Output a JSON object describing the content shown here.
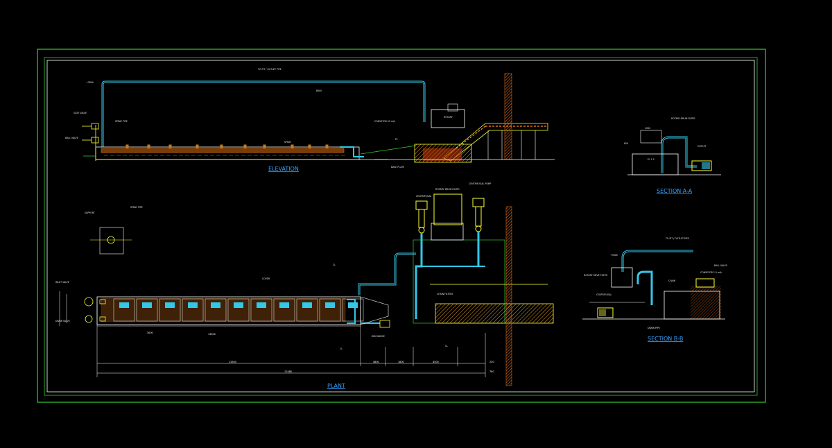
{
  "drawing": {
    "views": {
      "elevation": "ELEVATION",
      "plant": "PLANT",
      "section_a": "SECTION A-A",
      "section_b": "SECTION B-B"
    },
    "dimensions": {
      "total_length": "17488",
      "tank_length": "13500",
      "sub_3000": "3000",
      "seg_4800": "4800",
      "seg_1800": "1800",
      "seg_4500": "4500",
      "seg_230": "230",
      "seg_780": "780"
    },
    "colors": {
      "background": "#000000",
      "frame": "#33cc33",
      "pipe": "#33c8e8",
      "equipment": "#ffff33",
      "fill_orange": "#cc7a1a",
      "wall_hatch": "#d86a1a",
      "title": "#33a0ff",
      "dimension": "#ffffff"
    }
  }
}
